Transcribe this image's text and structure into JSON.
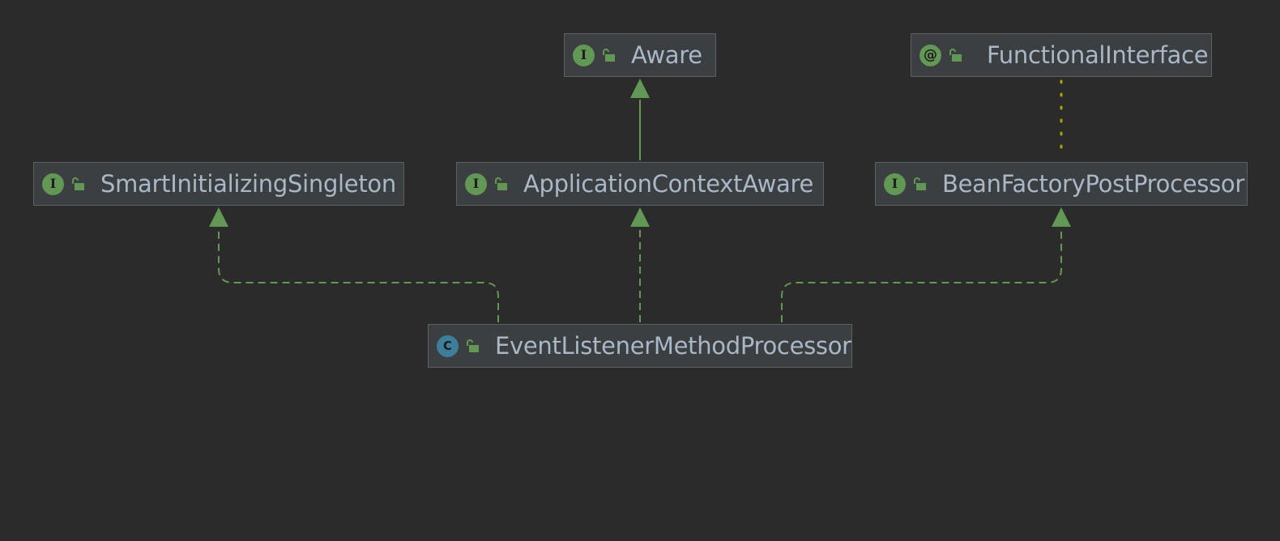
{
  "colors": {
    "background": "#2b2b2b",
    "node_fill": "#3c3f41",
    "node_border": "#5e6060",
    "text": "#a9b7c6",
    "interface_badge": "#629755",
    "class_badge": "#3d7e9a",
    "edge": "#629755",
    "annotation_edge": "#a8a800"
  },
  "nodes": {
    "aware": {
      "name": "Aware",
      "badge": "I",
      "kind": "interface"
    },
    "functional_interface": {
      "name": "FunctionalInterface",
      "badge": "@",
      "kind": "annotation"
    },
    "smart_initializing_singleton": {
      "name": "SmartInitializingSingleton",
      "badge": "I",
      "kind": "interface"
    },
    "application_context_aware": {
      "name": "ApplicationContextAware",
      "badge": "I",
      "kind": "interface"
    },
    "bean_factory_post_processor": {
      "name": "BeanFactoryPostProcessor",
      "badge": "I",
      "kind": "interface"
    },
    "event_listener_method_processor": {
      "name": "EventListenerMethodProcessor",
      "badge": "C",
      "kind": "class"
    }
  },
  "edges": [
    {
      "from": "application_context_aware",
      "to": "aware",
      "type": "extends"
    },
    {
      "from": "event_listener_method_processor",
      "to": "smart_initializing_singleton",
      "type": "implements"
    },
    {
      "from": "event_listener_method_processor",
      "to": "application_context_aware",
      "type": "implements"
    },
    {
      "from": "event_listener_method_processor",
      "to": "bean_factory_post_processor",
      "type": "implements"
    },
    {
      "from": "bean_factory_post_processor",
      "to": "functional_interface",
      "type": "annotated-with"
    }
  ],
  "icons": {
    "interface_badge": "interface-icon",
    "annotation_badge": "annotation-icon",
    "class_badge": "class-icon",
    "visibility": "unlocked-public-icon"
  }
}
